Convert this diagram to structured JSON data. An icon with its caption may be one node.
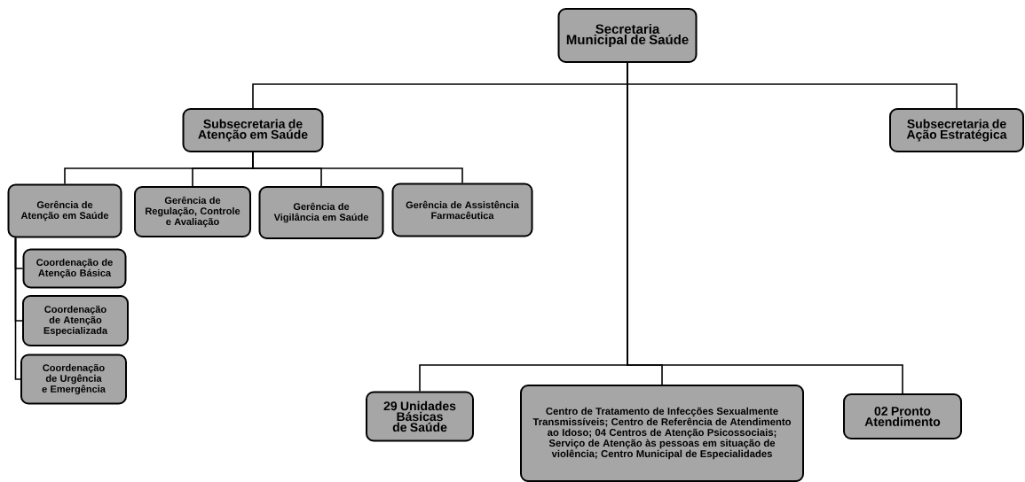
{
  "diagram": {
    "nodes": [
      {
        "text": [
          "Secretaria Municipal de Saúde"
        ]
      },
      {
        "text": [
          "Subsecretaria de Atenção em Saúde"
        ]
      },
      {
        "text": [
          "Subsecretaria de Ação Estratégica"
        ]
      },
      {
        "text": [
          "Gerência de Atenção em Saúde"
        ]
      },
      {
        "text": [
          "Gerência de Regulação, Controle e Avaliação"
        ]
      },
      {
        "text": [
          "Gerência de Vigilância em Saúde"
        ]
      },
      {
        "text": [
          "Gerência de Assistência Farmacêutica"
        ]
      },
      {
        "text": [
          "Coordenação de Atenção Básica"
        ]
      },
      {
        "text": [
          "Coordenação de Atenção Especializada"
        ]
      },
      {
        "text": [
          "Coordenação de Urgência e Emergência"
        ]
      },
      {
        "text": [
          "29 Unidades Básicas de Saúde"
        ]
      },
      {
        "text": [
          "Centro de Tratamento de Infecções Sexualmente Transmissíveis; Centro de Referência de Atendimento ao Idoso; 04 Centros de Atenção Psicossociais; Serviço de Atenção às pessoas em situação de violência; Centro Municipal de Especialidades"
        ]
      },
      {
        "text": [
          "02 Pronto Atendimento"
        ]
      }
    ],
    "edges": [
      {
        "from": 0,
        "to": 1,
        "arrow": "none"
      },
      {
        "from": 0,
        "to": 2,
        "arrow": "none"
      },
      {
        "from": 0,
        "to": 10,
        "arrow": "none"
      },
      {
        "from": 0,
        "to": 11,
        "arrow": "none"
      },
      {
        "from": 0,
        "to": 12,
        "arrow": "none"
      },
      {
        "from": 1,
        "to": 3,
        "arrow": "none"
      },
      {
        "from": 1,
        "to": 4,
        "arrow": "none"
      },
      {
        "from": 1,
        "to": 5,
        "arrow": "none"
      },
      {
        "from": 1,
        "to": 6,
        "arrow": "none"
      },
      {
        "from": 3,
        "to": 7,
        "arrow": "none"
      },
      {
        "from": 3,
        "to": 8,
        "arrow": "none"
      },
      {
        "from": 3,
        "to": 9,
        "arrow": "none"
      }
    ]
  }
}
